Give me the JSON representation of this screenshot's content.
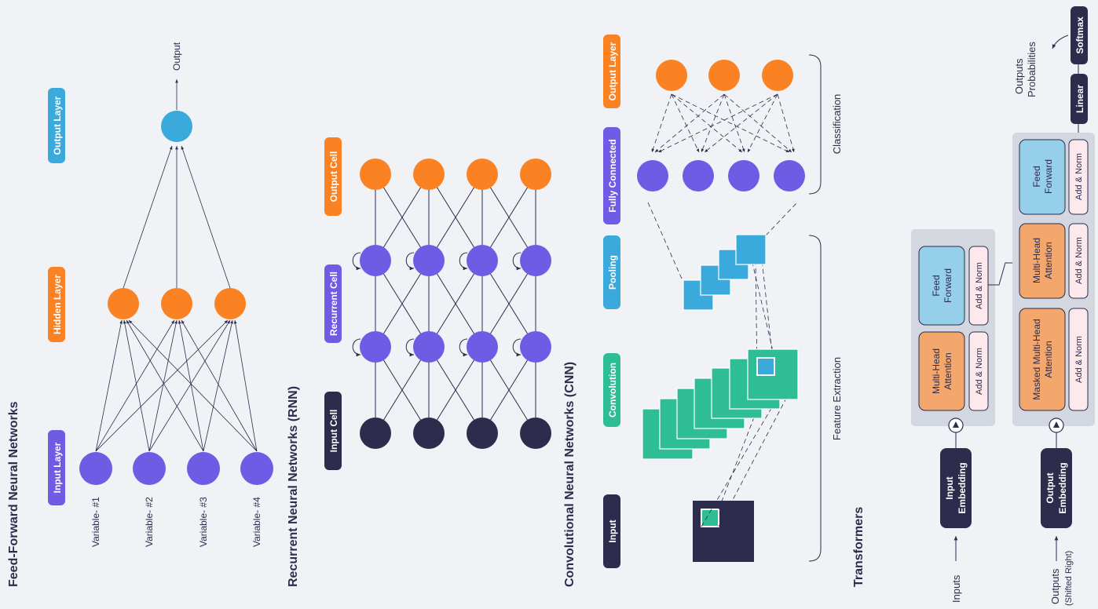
{
  "sections": {
    "ffnn": {
      "title": "Feed-Forward Neural Networks",
      "badges": {
        "input": "Input Layer",
        "hidden": "Hidden Layer",
        "output": "Output Layer"
      },
      "inputs": [
        "Variable- #1",
        "Variable- #2",
        "Variable- #3",
        "Variable- #4"
      ],
      "output_label": "Output"
    },
    "rnn": {
      "title": "Recurrent Neural Networks (RNN)",
      "badges": {
        "input": "Input Cell",
        "recurrent": "Recurrent Cell",
        "output": "Output Cell"
      }
    },
    "cnn": {
      "title": "Convolutional Neural Networks (CNN)",
      "badges": {
        "input": "Input",
        "convolution": "Convolution",
        "pooling": "Pooling",
        "fully_connected": "Fully Connected",
        "output": "Output Layer"
      },
      "feature_extraction": "Feature Extraction",
      "classification": "Classification"
    },
    "transformers": {
      "title": "Transformers",
      "input_embedding": [
        "Input",
        "Embedding"
      ],
      "output_embedding": [
        "Output",
        "Embedding"
      ],
      "inputs": "Inputs",
      "outputs": [
        "Outputs",
        "(Shifted Right)"
      ],
      "mha": [
        "Multi-Head",
        "Attention"
      ],
      "masked_mha": [
        "Masked Multi-Head",
        "Attention"
      ],
      "ff": [
        "Feed",
        "Forward"
      ],
      "add_norm": "Add & Norm",
      "linear": "Linear",
      "softmax": "Softmax",
      "output_probs": [
        "Outputs",
        "Probabilities"
      ]
    }
  },
  "colors": {
    "orange": "#fb8223",
    "purple": "#6f5be4",
    "blue": "#3aa9dc",
    "green": "#2ebd94",
    "navy": "#2d2c4d",
    "bg": "#f0f2f6",
    "panel": "#d3d7df",
    "ff_box": "#95cfe9",
    "mha_box": "#f3a76d",
    "norm_box": "#fde8ec"
  }
}
